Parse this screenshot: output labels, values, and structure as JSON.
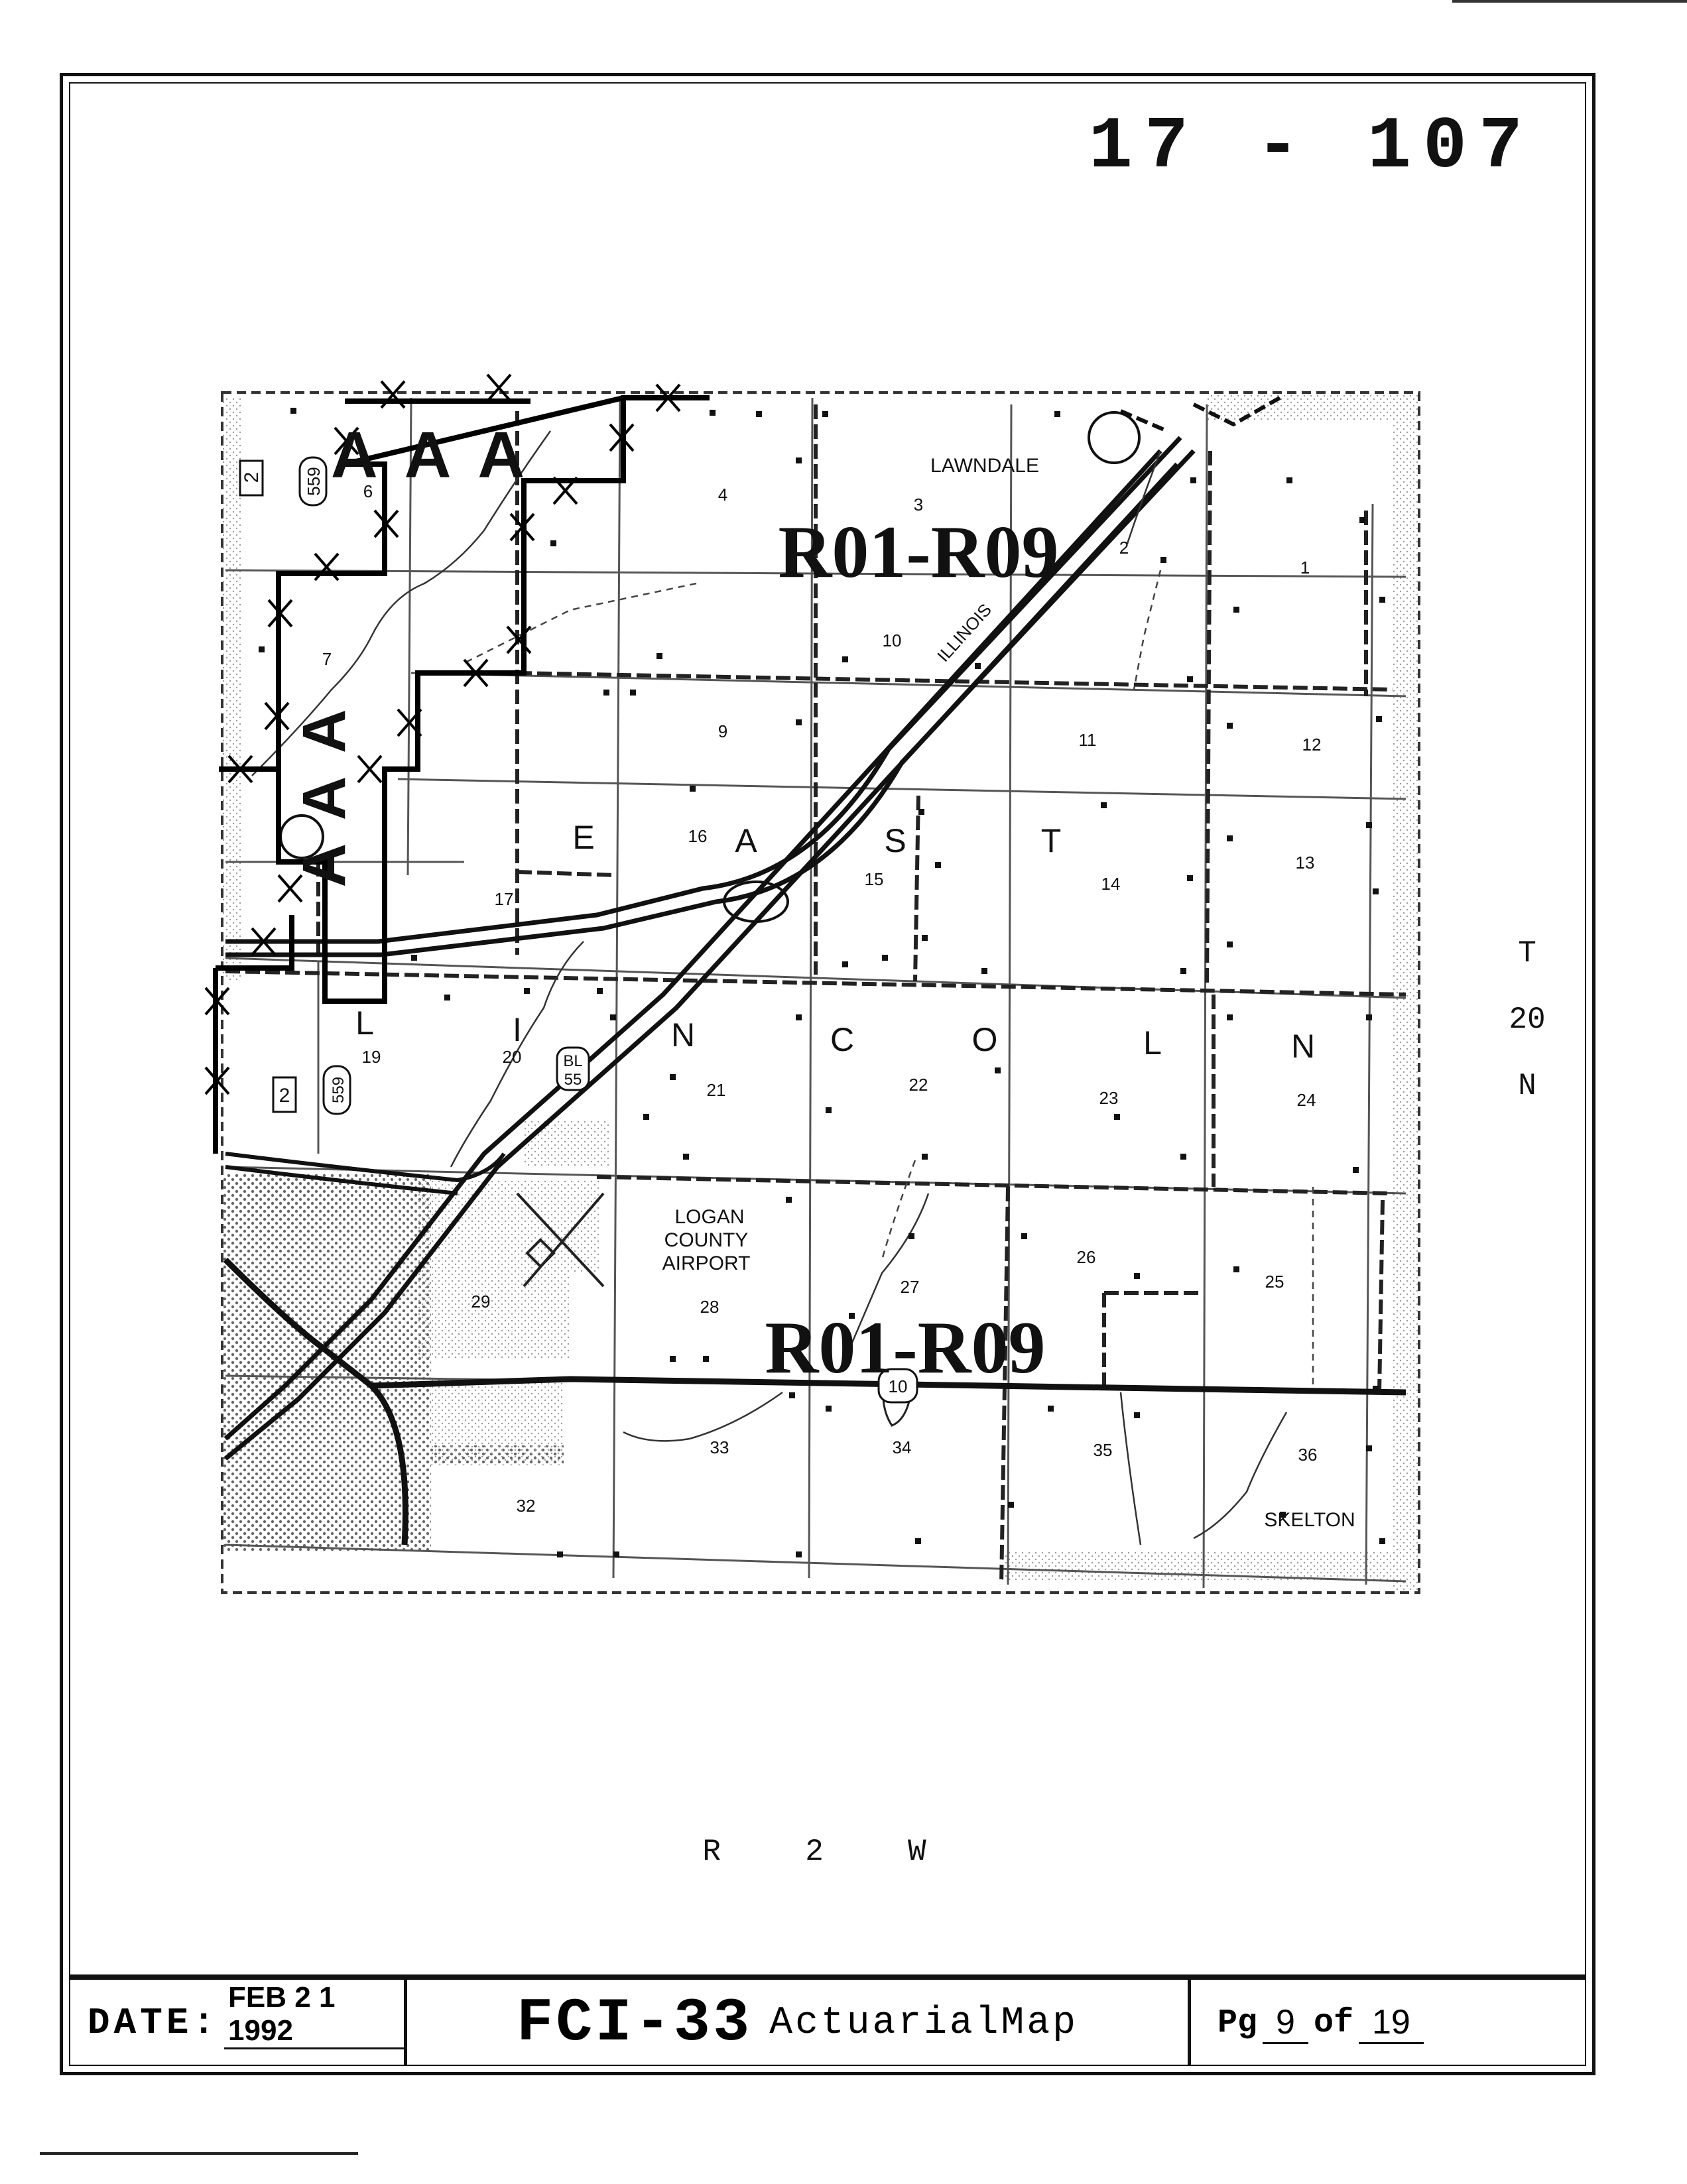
{
  "map_id": "17 - 107",
  "map": {
    "place_lawndale": "LAWNDALE",
    "place_skelton": "SKELTON",
    "airport_label": [
      "LOGAN",
      "COUNTY",
      "AIRPORT"
    ],
    "road_illinois": "ILLINOIS",
    "route_559_a": "559",
    "route_559_b": "559",
    "route_2_a": "2",
    "route_2_b": "2",
    "route_bl": "BL",
    "route_55": "55",
    "route_10": "10",
    "rating_overlay_top": "R01-R09",
    "rating_overlay_bottom": "R01-R09",
    "aaa_top": "A A A",
    "aaa_left": "A A A",
    "township_letters": [
      "E",
      "A",
      "S",
      "T",
      "L",
      "I",
      "N",
      "C",
      "O",
      "L",
      "N"
    ],
    "section_numbers": [
      "1",
      "2",
      "3",
      "4",
      "6",
      "7",
      "9",
      "10",
      "11",
      "12",
      "13",
      "14",
      "15",
      "16",
      "17",
      "19",
      "20",
      "21",
      "22",
      "23",
      "24",
      "25",
      "26",
      "27",
      "28",
      "29",
      "32",
      "33",
      "34",
      "35",
      "36"
    ],
    "township_label": [
      "T",
      "20",
      "N"
    ],
    "range_label": "R  2  W"
  },
  "footer": {
    "date_label": "DATE:",
    "date_value": "FEB 2 1 1992",
    "title_code": "FCI-33",
    "title_text": "ActuarialMap",
    "page_prefix": "Pg",
    "page_num": "9",
    "page_of": "of",
    "page_total": "19"
  }
}
